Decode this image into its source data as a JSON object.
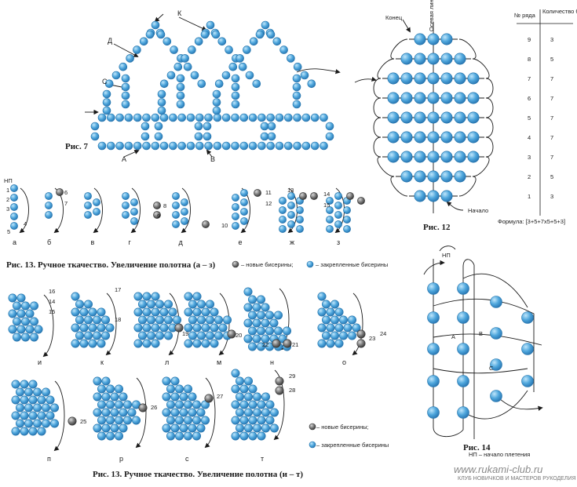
{
  "colors": {
    "bead": "#4ea6dc",
    "bead_dark": "#1e6fa8",
    "new_bead": "#6b6b6b",
    "thread": "#1a1a1a"
  },
  "fig7": {
    "caption": "Рис. 7",
    "labels": {
      "k": "К",
      "d": "Д",
      "s": "С",
      "a": "А",
      "b": "В"
    }
  },
  "fig12": {
    "caption": "Рис. 12",
    "konec": "Конец",
    "axis": "Осевая линия",
    "nachalo": "Начало",
    "formula": "Формула: [3+5+7x5+5+3]",
    "col_row": "№ ряда",
    "col_count": "Количество бисерин",
    "rows": [
      {
        "n": "9",
        "c": "3"
      },
      {
        "n": "8",
        "c": "5"
      },
      {
        "n": "7",
        "c": "7"
      },
      {
        "n": "6",
        "c": "7"
      },
      {
        "n": "5",
        "c": "7"
      },
      {
        "n": "4",
        "c": "7"
      },
      {
        "n": "3",
        "c": "7"
      },
      {
        "n": "2",
        "c": "5"
      },
      {
        "n": "1",
        "c": "3"
      }
    ]
  },
  "fig13a": {
    "caption": "Рис. 13. Ручное ткачество. Увеличение полотна  (а – з)",
    "np": "НП",
    "letters": [
      "а",
      "б",
      "в",
      "г",
      "д",
      "е",
      "ж",
      "з"
    ],
    "legend_new": "– новые бисерины;",
    "legend_fixed": "– закрепленные бисерины"
  },
  "fig13b": {
    "caption": "Рис. 13. Ручное ткачество. Увеличение полотна  (и – т)",
    "letters": [
      "и",
      "к",
      "л",
      "м",
      "н",
      "о",
      "п",
      "р",
      "с",
      "т"
    ],
    "legend_new": "– новые бисерины;",
    "legend_fixed": "– закрепленные бисерины"
  },
  "fig14": {
    "caption": "Рис. 14",
    "np": "НП",
    "legend": "НП – начало плетения",
    "a": "А",
    "b": "В",
    "c": "С"
  },
  "watermark": {
    "site": "www.rukami-club.ru",
    "club": "КЛУБ НОВИЧКОВ И МАСТЕРОВ РУКОДЕЛИЯ"
  }
}
